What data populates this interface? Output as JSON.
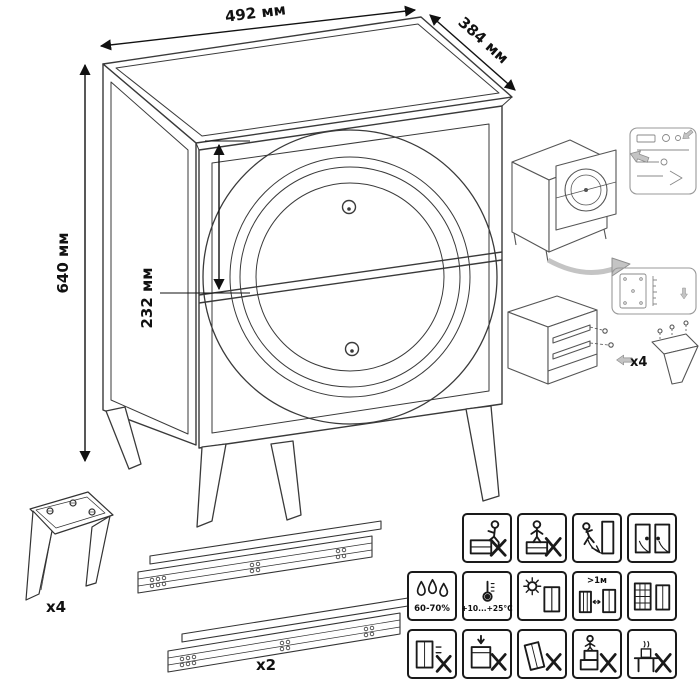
{
  "diagram": {
    "dimensions": {
      "width": "492 мм",
      "depth": "384 мм",
      "height": "640 мм",
      "drawer": "232 мм"
    },
    "hardware": {
      "legs_qty": "x4",
      "legs_qty_inset": "x4",
      "slides_qty": "x2"
    },
    "icons": {
      "humidity": {
        "name": "humidity-icon",
        "label": "60-70%"
      },
      "temperature": {
        "name": "temperature-range-icon",
        "label": "+10...+25°С"
      },
      "heat_distance": {
        "name": "heat-distance-icon",
        "label": ">1м"
      },
      "names": [
        "no-sitting-icon",
        "no-standing-icon",
        "door-pinch-warning-icon",
        "door-adjustment-icon",
        "humidity-icon",
        "temperature-range-icon",
        "no-sunlight-icon",
        "heat-distance-icon",
        "ventilation-icon",
        "no-drag-icon",
        "no-overload-icon",
        "no-tilt-icon",
        "no-climbing-icon",
        "no-hot-objects-icon"
      ]
    }
  }
}
